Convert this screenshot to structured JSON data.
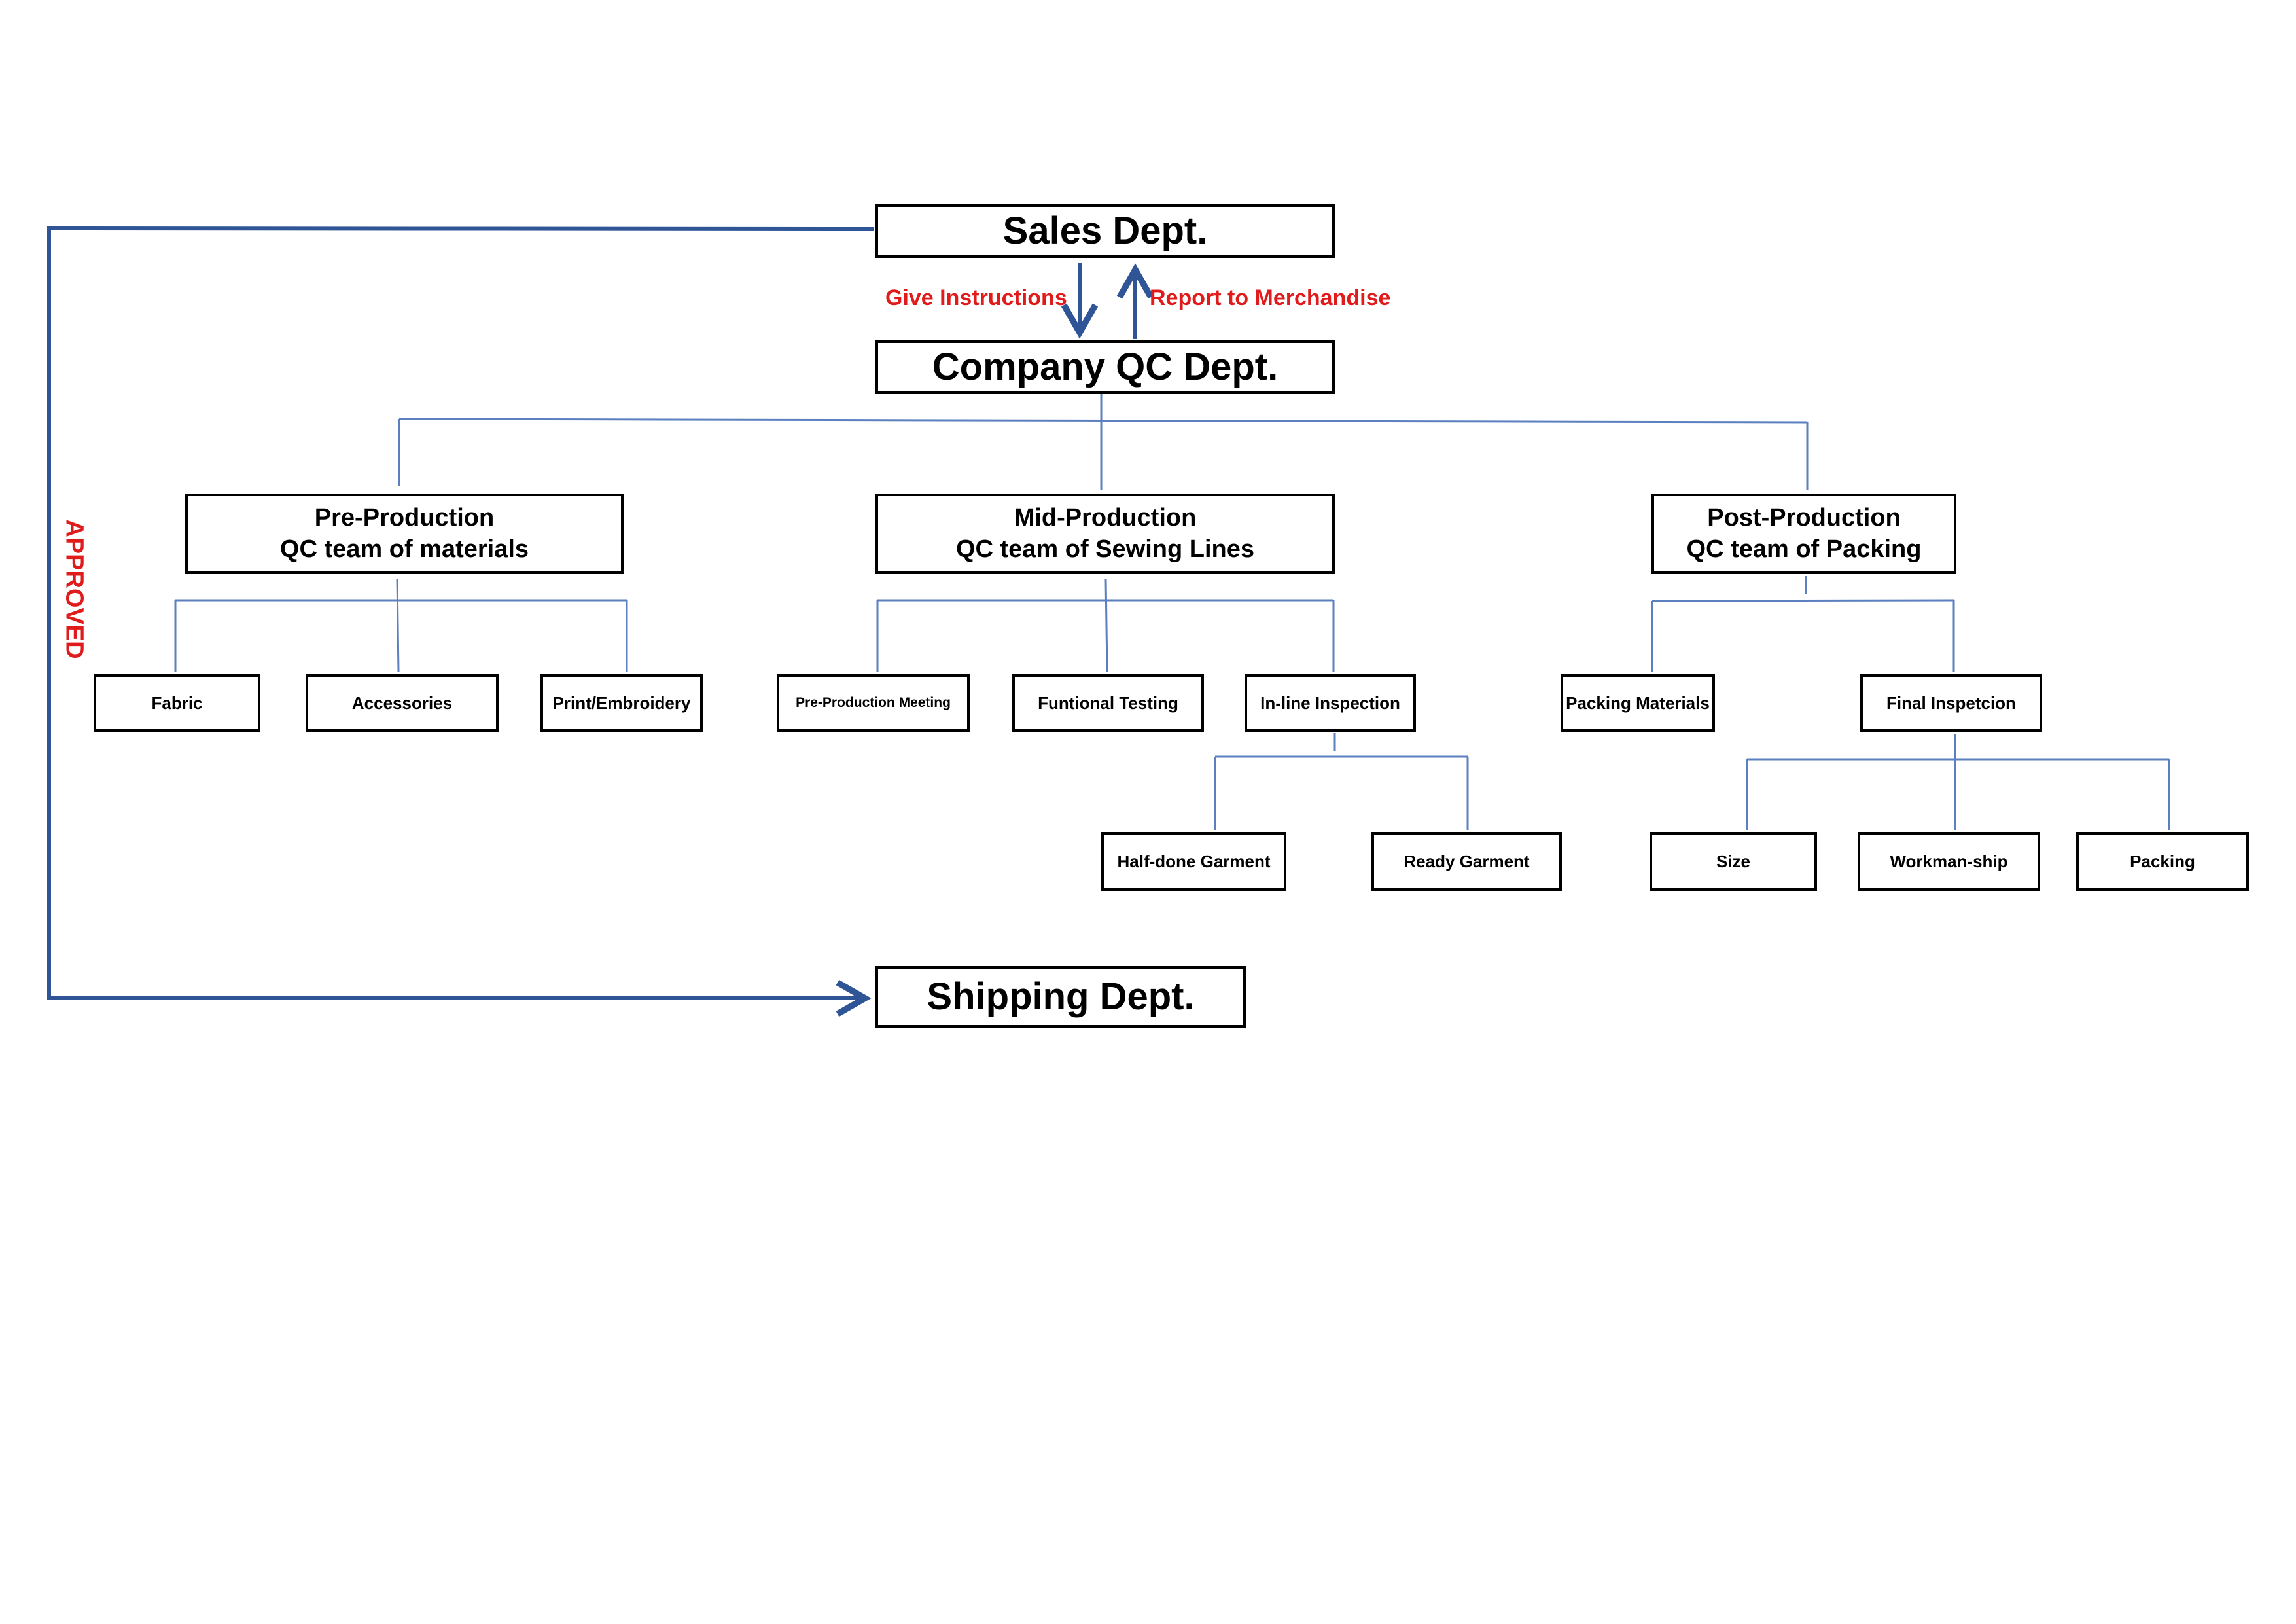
{
  "colors": {
    "arrow": "#2f5597",
    "connector": "#5b7fbf",
    "label": "#e01b1b",
    "border": "#000000"
  },
  "labels": {
    "give_instructions": "Give Instructions",
    "report": "Report to Merchandise",
    "approved": "APPROVED"
  },
  "departments": {
    "sales": "Sales Dept.",
    "qc": "Company QC Dept.",
    "shipping": "Shipping Dept."
  },
  "teams": {
    "pre": {
      "line1": "Pre-Production",
      "line2": "QC team of materials"
    },
    "mid": {
      "line1": "Mid-Production",
      "line2": "QC team of Sewing Lines"
    },
    "post": {
      "line1": "Post-Production",
      "line2": "QC team of Packing"
    }
  },
  "pre_items": [
    "Fabric",
    "Accessories",
    "Print/Embroidery"
  ],
  "mid_items": [
    "Pre-Production Meeting",
    "Funtional Testing",
    "In-line Inspection"
  ],
  "post_items": [
    "Packing Materials",
    "Final Inspetcion"
  ],
  "inline_items": [
    "Half-done Garment",
    "Ready Garment"
  ],
  "final_items": [
    "Size",
    "Workman-ship",
    "Packing"
  ]
}
